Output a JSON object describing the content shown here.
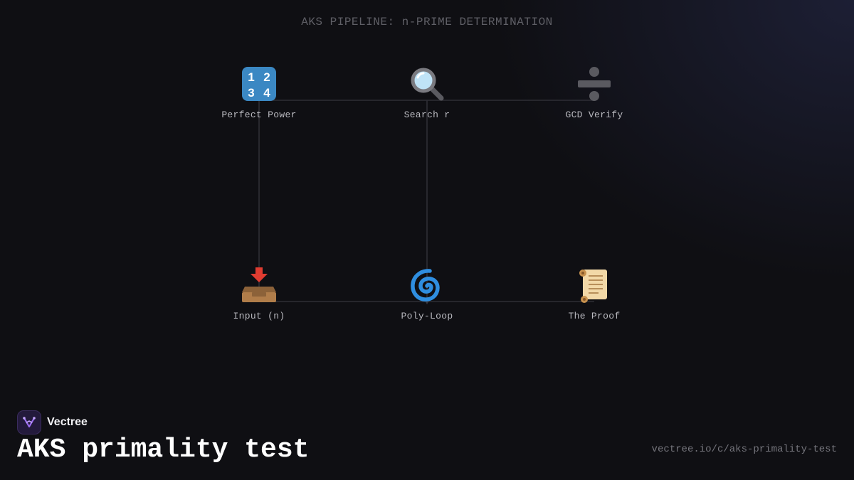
{
  "diagram": {
    "title": "AKS PIPELINE: n-PRIME DETERMINATION",
    "nodes": [
      {
        "id": "perfect-power",
        "label": "Perfect Power",
        "icon": "numbers-1234-icon"
      },
      {
        "id": "search-r",
        "label": "Search r",
        "icon": "magnifying-glass-icon"
      },
      {
        "id": "gcd-verify",
        "label": "GCD Verify",
        "icon": "division-sign-icon"
      },
      {
        "id": "input-n",
        "label": "Input (n)",
        "icon": "inbox-tray-icon"
      },
      {
        "id": "poly-loop",
        "label": "Poly-Loop",
        "icon": "cyclone-icon"
      },
      {
        "id": "the-proof",
        "label": "The Proof",
        "icon": "scroll-icon"
      }
    ],
    "edges": [
      {
        "from": "input-n",
        "to": "perfect-power"
      },
      {
        "from": "perfect-power",
        "to": "search-r"
      },
      {
        "from": "search-r",
        "to": "gcd-verify"
      },
      {
        "from": "search-r",
        "to": "poly-loop"
      },
      {
        "from": "input-n",
        "to": "poly-loop"
      },
      {
        "from": "poly-loop",
        "to": "the-proof"
      }
    ]
  },
  "footer": {
    "brand_name": "Vectree",
    "brand_icon": "vectree-logo-icon",
    "title": "AKS primality test",
    "url": "vectree.io/c/aks-primality-test"
  },
  "colors": {
    "background": "#0f0f13",
    "edge": "#2e2e35",
    "label": "#b9b9bf",
    "title": "#5f5f66",
    "brand_accent": "#8b5cf6"
  }
}
